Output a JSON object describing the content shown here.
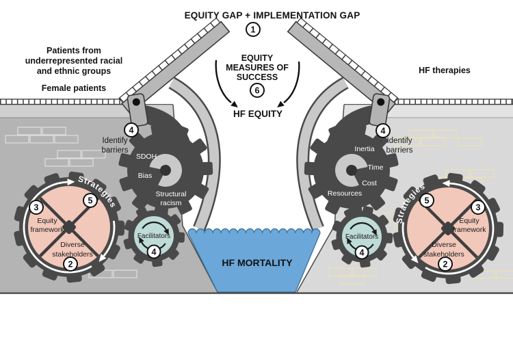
{
  "header": {
    "title": "EQUITY GAP + IMPLEMENTATION GAP",
    "step": "1"
  },
  "populations": {
    "lines": [
      "Patients from",
      "underrepresented racial",
      "and ethnic groups"
    ],
    "secondary": "Female patients"
  },
  "therapies": {
    "label": "HF therapies"
  },
  "outcomes": {
    "measures_lines": [
      "EQUITY",
      "MEASURES OF",
      "SUCCESS"
    ],
    "measures_step": "6",
    "equity_label": "HF EQUITY",
    "mortality_label": "HF MORTALITY"
  },
  "barrier_gears": {
    "left": {
      "step": "4",
      "label_lines": [
        "Identify",
        "barriers"
      ],
      "terms": [
        "SDOH",
        "Bias",
        "Structural",
        "racism"
      ]
    },
    "right": {
      "step": "4",
      "label_lines": [
        "Identify",
        "barriers"
      ],
      "terms": [
        "Inertia",
        "Time",
        "Cost",
        "Resources"
      ]
    }
  },
  "strategy_wheels": {
    "left": {
      "title": "Strategies",
      "step_framework": "3",
      "step_strategies": "5",
      "step_stakeholders": "2",
      "framework_lines": [
        "Equity",
        "framework"
      ],
      "stakeholder_lines": [
        "Diverse",
        "stakeholders"
      ]
    },
    "right": {
      "title": "Strategies",
      "step_framework": "3",
      "step_strategies": "5",
      "step_stakeholders": "2",
      "framework_lines": [
        "Equity",
        "framework"
      ],
      "stakeholder_lines": [
        "Diverse",
        "stakeholders"
      ]
    }
  },
  "facilitator_gears": {
    "left": {
      "label": "Facilitators",
      "step": "4"
    },
    "right": {
      "label": "Facilitators",
      "step": "4"
    }
  },
  "colors": {
    "water": "#6ba7d8",
    "gear_dark": "#494949",
    "wheel_fill": "#f2c8ba",
    "facilitator_fill": "#bedbd7",
    "bank_left": "#b4b4b4",
    "bank_right": "#d9d9d9"
  }
}
